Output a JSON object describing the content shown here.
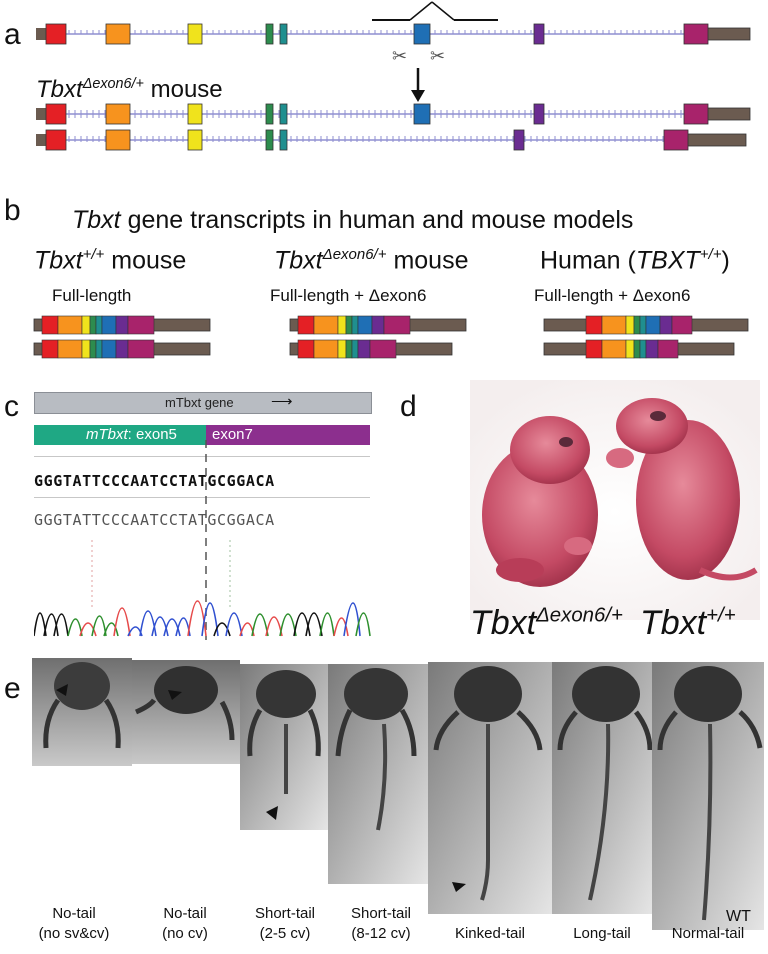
{
  "figure": {
    "panels": {
      "a": {
        "letter": "a",
        "mouse_label_gene": "Tbxt",
        "mouse_label_allele": "Δexon6/+",
        "mouse_label_suffix": " mouse",
        "exon_colors": [
          "#e42025",
          "#f7931e",
          "#f0e31c",
          "#2d8c4e",
          "#1f8f8f",
          "#1f6fb5",
          "#6a2c91",
          "#a8236b"
        ],
        "intron_color": "#8f8fd1",
        "utr_color": "#6b5b50"
      },
      "b": {
        "letter": "b",
        "title_gene": "Tbxt",
        "title_rest": " gene transcripts in human and mouse models",
        "models": [
          {
            "gene": "Tbxt",
            "sup": "+/+",
            "suffix": " mouse",
            "prefix": "",
            "close": "",
            "sub": "Full-length"
          },
          {
            "gene": "Tbxt",
            "sup": "Δexon6/+",
            "suffix": " mouse",
            "prefix": "",
            "close": "",
            "sub": "Full-length + Δexon6"
          },
          {
            "gene": "TBXT",
            "sup": "+/+",
            "suffix": "",
            "prefix": "Human (",
            "close": ")",
            "sub": "Full-length + Δexon6"
          }
        ]
      },
      "c": {
        "letter": "c",
        "gene_bar": "mTbxt gene",
        "exon5_gene": "mTbxt",
        "exon5_label": ": exon5",
        "exon7_label": "exon7",
        "seq_bold": "GGGTATTCCCAATCCTATGCGGACA",
        "seq_plain": "GGGTATTCCCAATCCTATGCGGACA"
      },
      "d": {
        "letter": "d",
        "left_gene": "Tbxt",
        "left_sup": "Δexon6/+",
        "right_gene": "Tbxt",
        "right_sup": "+/+"
      },
      "e": {
        "letter": "e",
        "phenotypes": [
          {
            "line1": "No-tail",
            "line2": "(no sv&cv)",
            "arrow": true
          },
          {
            "line1": "No-tail",
            "line2": "(no cv)",
            "arrow": true
          },
          {
            "line1": "Short-tail",
            "line2": "(2-5 cv)",
            "arrow": true
          },
          {
            "line1": "Short-tail",
            "line2": "(8-12 cv)",
            "arrow": false
          },
          {
            "line1": "",
            "line2": "Kinked-tail",
            "arrow": true
          },
          {
            "line1": "",
            "line2": "Long-tail",
            "arrow": false
          },
          {
            "line1": "",
            "line2": "Normal-tail",
            "arrow": false
          }
        ],
        "wt_label": "WT"
      }
    }
  }
}
